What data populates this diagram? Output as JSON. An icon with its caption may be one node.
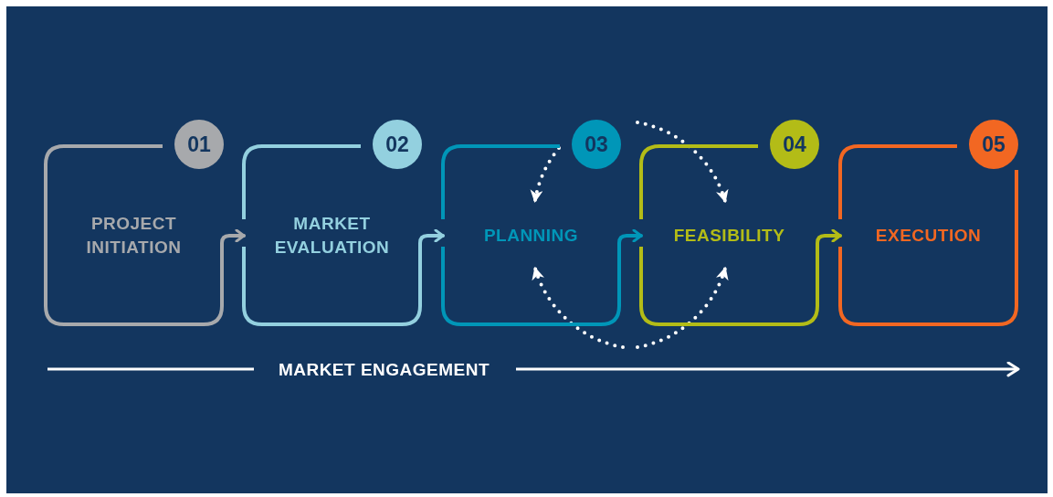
{
  "diagram": {
    "nodes": [
      {
        "text": [
          "01",
          "PROJECT INITIATION"
        ]
      },
      {
        "text": [
          "02",
          "MARKET EVALUATION"
        ]
      },
      {
        "text": [
          "03",
          "PLANNING"
        ]
      },
      {
        "text": [
          "04",
          "FEASIBILITY"
        ]
      },
      {
        "text": [
          "05",
          "EXECUTION"
        ]
      }
    ],
    "edges": [
      {
        "from": 0,
        "to": 1,
        "arrow": "to",
        "color": "#a7a9ac"
      },
      {
        "from": 1,
        "to": 2,
        "arrow": "to",
        "color": "#93d0df"
      },
      {
        "from": 2,
        "to": 3,
        "arrow": "to",
        "color": "#0096b8"
      },
      {
        "from": 3,
        "to": 4,
        "arrow": "to",
        "color": "#b3bc17"
      },
      {
        "from": null,
        "to": 2,
        "arrow": "to",
        "style": "dashed",
        "color": "#ffffff"
      },
      {
        "from": null,
        "to": 3,
        "arrow": "to",
        "style": "dashed",
        "color": "#ffffff"
      },
      {
        "from": null,
        "to": 2,
        "arrow": "to",
        "style": "dashed",
        "color": "#ffffff"
      },
      {
        "from": null,
        "to": 3,
        "arrow": "to",
        "style": "dashed",
        "color": "#ffffff"
      }
    ],
    "labels": [
      "MARKET ENGAGEMENT"
    ]
  }
}
